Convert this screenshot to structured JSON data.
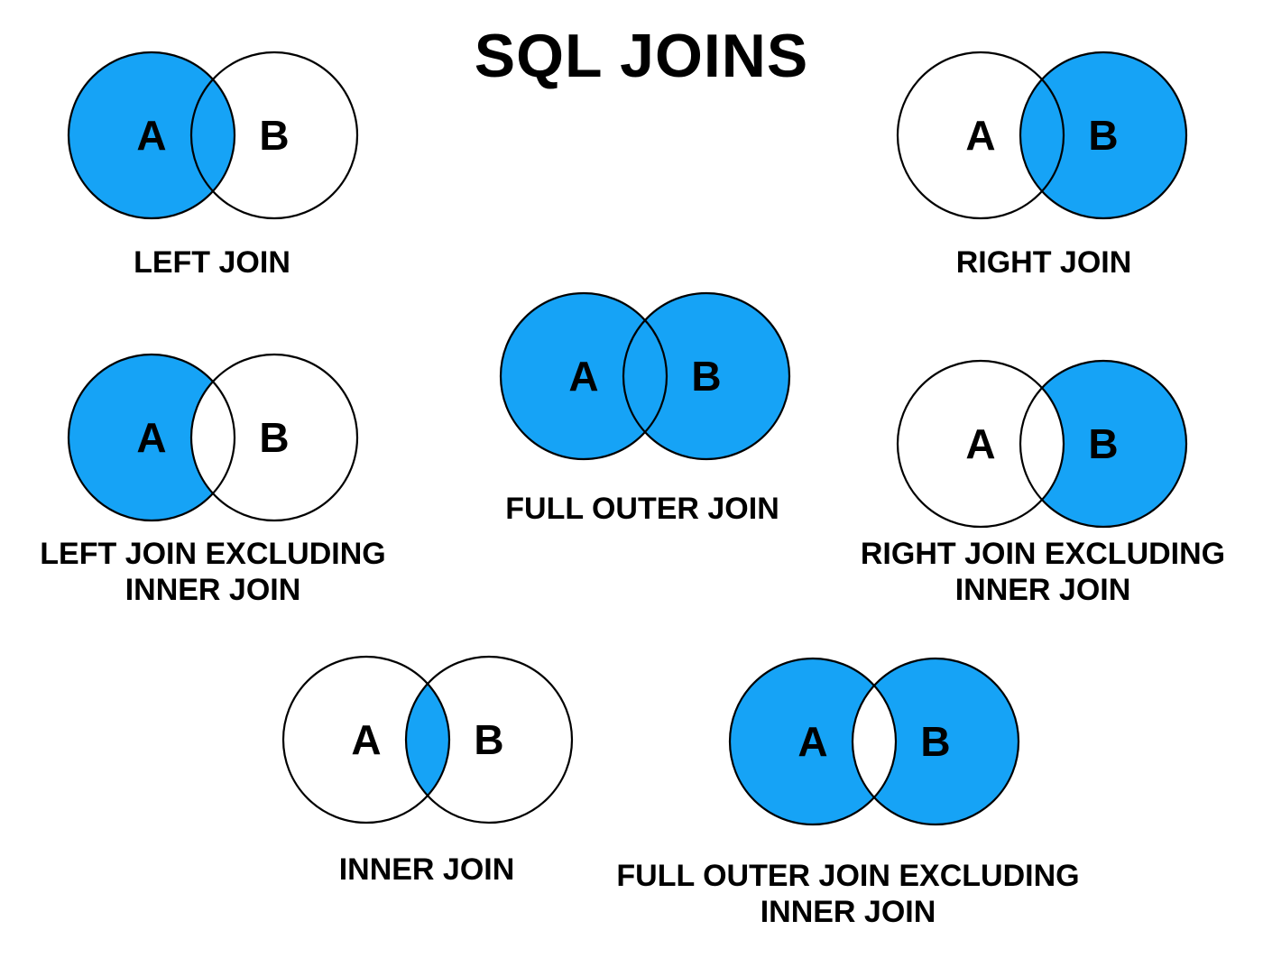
{
  "page": {
    "title": "SQL JOINS",
    "background": "#FFFFFF"
  },
  "colors": {
    "shade_blue": "#16A3F6",
    "unshaded_white": "#FFFFFF",
    "circle_outline": "#000000",
    "text": "#000000"
  },
  "diagrams": [
    {
      "id": "left-join",
      "set_a": "A",
      "set_b": "B",
      "fill_a": "#16A3F6",
      "fill_b": "#FFFFFF",
      "fill_intersection": "#16A3F6",
      "label_lines": [
        "LEFT JOIN"
      ]
    },
    {
      "id": "right-join",
      "set_a": "A",
      "set_b": "B",
      "fill_a": "#FFFFFF",
      "fill_b": "#16A3F6",
      "fill_intersection": "#16A3F6",
      "label_lines": [
        "RIGHT JOIN"
      ]
    },
    {
      "id": "left-join-excluding-inner-join",
      "set_a": "A",
      "set_b": "B",
      "fill_a": "#16A3F6",
      "fill_b": "#FFFFFF",
      "fill_intersection": "#FFFFFF",
      "label_lines": [
        "LEFT JOIN EXCLUDING",
        "INNER JOIN"
      ]
    },
    {
      "id": "full-outer-join",
      "set_a": "A",
      "set_b": "B",
      "fill_a": "#16A3F6",
      "fill_b": "#16A3F6",
      "fill_intersection": "#16A3F6",
      "label_lines": [
        "FULL OUTER JOIN"
      ]
    },
    {
      "id": "right-join-excluding-inner-join",
      "set_a": "A",
      "set_b": "B",
      "fill_a": "#FFFFFF",
      "fill_b": "#16A3F6",
      "fill_intersection": "#FFFFFF",
      "label_lines": [
        "RIGHT JOIN EXCLUDING",
        "INNER JOIN"
      ]
    },
    {
      "id": "inner-join",
      "set_a": "A",
      "set_b": "B",
      "fill_a": "#FFFFFF",
      "fill_b": "#FFFFFF",
      "fill_intersection": "#16A3F6",
      "label_lines": [
        "INNER JOIN"
      ]
    },
    {
      "id": "full-outer-join-excluding-inner-join",
      "set_a": "A",
      "set_b": "B",
      "fill_a": "#16A3F6",
      "fill_b": "#16A3F6",
      "fill_intersection": "#FFFFFF",
      "label_lines": [
        "FULL OUTER JOIN EXCLUDING",
        "INNER JOIN"
      ]
    }
  ]
}
